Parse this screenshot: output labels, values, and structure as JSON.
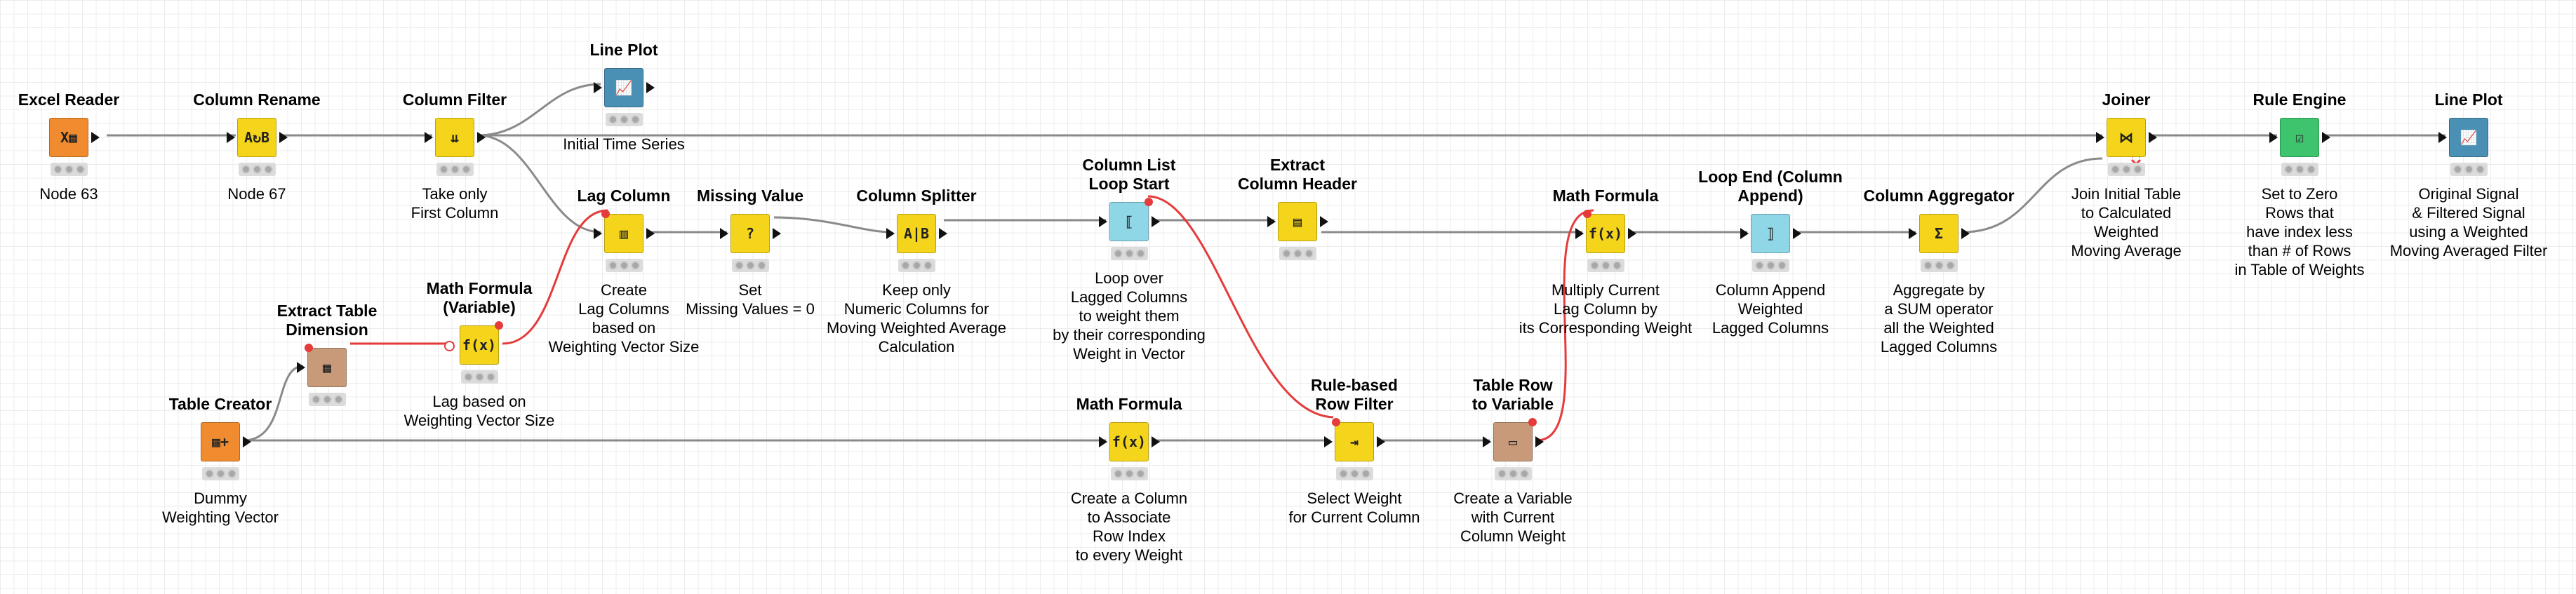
{
  "colors": {
    "manipulator": "#f5d51c",
    "source": "#f08c2f",
    "visualizer": "#4a8fb4",
    "loop": "#8fd6e6",
    "flow": "#c89a7a",
    "other": "#3ec46d",
    "data_wire": "#8a8a8a",
    "variable_wire": "#e63b3b"
  },
  "nodes": [
    {
      "id": "excel-reader",
      "title": "Excel Reader",
      "desc": "Node 63",
      "icon": "excel-icon",
      "glyph": "X▦",
      "kind": "source"
    },
    {
      "id": "column-rename",
      "title": "Column Rename",
      "desc": "Node 67",
      "icon": "rename-icon",
      "glyph": "A↻B",
      "kind": "manipulator"
    },
    {
      "id": "column-filter",
      "title": "Column Filter",
      "desc": "Take only\nFirst Column",
      "icon": "filter-icon",
      "glyph": "⇊",
      "kind": "manipulator"
    },
    {
      "id": "line-plot-1",
      "title": "Line Plot",
      "desc": "Initial Time Series",
      "icon": "line-chart-icon",
      "glyph": "📈",
      "kind": "visualizer"
    },
    {
      "id": "lag-column",
      "title": "Lag Column",
      "desc": "Create\nLag Columns\nbased on\nWeighting Vector Size",
      "icon": "lag-icon",
      "glyph": "▥",
      "kind": "manipulator"
    },
    {
      "id": "missing-value",
      "title": "Missing Value",
      "desc": "Set\nMissing Values = 0",
      "icon": "question-icon",
      "glyph": "?",
      "kind": "manipulator"
    },
    {
      "id": "column-splitter",
      "title": "Column Splitter",
      "desc": "Keep only\nNumeric Columns for\nMoving Weighted Average\nCalculation",
      "icon": "splitter-icon",
      "glyph": "A|B",
      "kind": "manipulator"
    },
    {
      "id": "column-list-loop-start",
      "title": "Column List\nLoop Start",
      "desc": "Loop over\nLagged Columns\nto weight them\nby their corresponding\nWeight in Vector",
      "icon": "loop-start-icon",
      "glyph": "⟦",
      "kind": "loop"
    },
    {
      "id": "extract-column-header",
      "title": "Extract\nColumn Header",
      "desc": "",
      "icon": "header-icon",
      "glyph": "▤",
      "kind": "manipulator"
    },
    {
      "id": "math-formula-1",
      "title": "Math Formula",
      "desc": "Multiply Current\nLag Column by\nits Corresponding Weight",
      "icon": "formula-icon",
      "glyph": "f(x)",
      "kind": "manipulator"
    },
    {
      "id": "loop-end",
      "title": "Loop End (Column\nAppend)",
      "desc": "Column Append\nWeighted\nLagged Columns",
      "icon": "loop-end-icon",
      "glyph": "⟧",
      "kind": "loop"
    },
    {
      "id": "column-aggregator",
      "title": "Column Aggregator",
      "desc": "Aggregate by\na SUM operator\nall the Weighted\nLagged Columns",
      "icon": "aggregator-icon",
      "glyph": "Σ",
      "kind": "manipulator"
    },
    {
      "id": "joiner",
      "title": "Joiner",
      "desc": "Join Initial Table\nto Calculated\nWeighted\nMoving Average",
      "icon": "joiner-icon",
      "glyph": "⋈",
      "kind": "manipulator"
    },
    {
      "id": "rule-engine",
      "title": "Rule Engine",
      "desc": "Set to Zero\nRows that\nhave index less\nthan # of Rows\nin Table of Weights",
      "icon": "rule-icon",
      "glyph": "☑",
      "kind": "other"
    },
    {
      "id": "line-plot-2",
      "title": "Line Plot",
      "desc": "Original Signal\n& Filtered Signal\nusing a Weighted\nMoving Averaged Filter",
      "icon": "line-chart-icon",
      "glyph": "📈",
      "kind": "visualizer"
    },
    {
      "id": "math-formula-variable",
      "title": "Math Formula\n(Variable)",
      "desc": "Lag based on\nWeighting Vector Size",
      "icon": "formula-icon",
      "glyph": "f(x)",
      "kind": "manipulator"
    },
    {
      "id": "extract-table-dimension",
      "title": "Extract Table\nDimension",
      "desc": "",
      "icon": "dimension-icon",
      "glyph": "▦",
      "kind": "flow"
    },
    {
      "id": "table-creator",
      "title": "Table Creator",
      "desc": "Dummy\nWeighting Vector",
      "icon": "table-icon",
      "glyph": "▦+",
      "kind": "source"
    },
    {
      "id": "math-formula-2",
      "title": "Math Formula",
      "desc": "Create a Column\nto Associate\nRow Index\nto every Weight",
      "icon": "formula-icon",
      "glyph": "f(x)",
      "kind": "manipulator"
    },
    {
      "id": "rule-based-row-filter",
      "title": "Rule-based\nRow Filter",
      "desc": "Select Weight\nfor Current Column",
      "icon": "row-filter-icon",
      "glyph": "⇥",
      "kind": "manipulator"
    },
    {
      "id": "table-row-to-variable",
      "title": "Table Row\nto Variable",
      "desc": "Create a Variable\nwith Current\nColumn Weight",
      "icon": "row-variable-icon",
      "glyph": "▭",
      "kind": "flow"
    }
  ]
}
